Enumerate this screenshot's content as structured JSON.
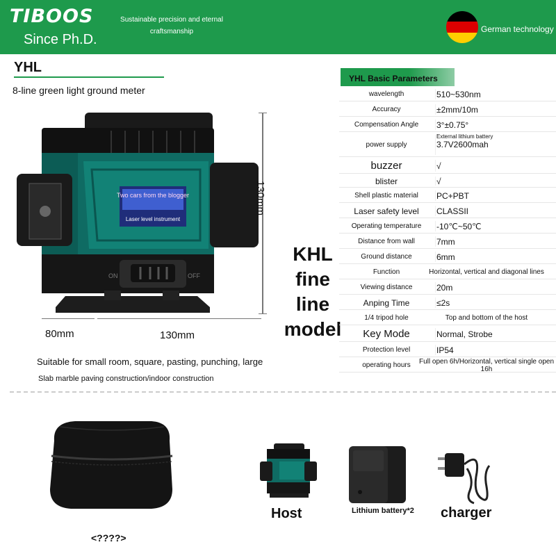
{
  "header": {
    "logo": "TIBOOS",
    "since": "Since Ph.D.",
    "slogan": "Sustainable precision and eternal craftsmanship",
    "german": "German technology",
    "colors": {
      "band": "#1e9a4c",
      "flag_black": "#000000",
      "flag_red": "#dd0000",
      "flag_gold": "#ffce00"
    }
  },
  "product": {
    "brand_line": "YHL",
    "subtitle": "8-line green light ground meter",
    "device_label_1": "Two cars from the blogger",
    "device_label_2": "Laser level instrument",
    "switch_on": "ON",
    "switch_off": "OFF",
    "dims": {
      "height": "130mm",
      "depth": "80mm",
      "width": "130mm"
    },
    "suit_1": "Suitable for small room, square, pasting, punching, large",
    "suit_2": "Slab marble paving construction/indoor construction",
    "model": "KHL fine line model"
  },
  "params": {
    "title": "YHL Basic Parameters",
    "rows": [
      {
        "k": "wavelength",
        "v": "510~530nm"
      },
      {
        "k": "Accuracy",
        "v": "±2mm/10m"
      },
      {
        "k": "Compensation Angle",
        "v": "3°±0.75°"
      },
      {
        "k": "power supply",
        "v": "3.7V2600mah",
        "note": "External lithium battery"
      },
      {
        "k": "buzzer",
        "v": "√"
      },
      {
        "k": "blister",
        "v": "√"
      },
      {
        "k": "Shell plastic material",
        "v": "PC+PBT"
      },
      {
        "k": "Laser safety level",
        "v": "CLASSII"
      },
      {
        "k": "Operating temperature",
        "v": "-10℃~50℃"
      },
      {
        "k": "Distance from wall",
        "v": "7mm"
      },
      {
        "k": "Ground distance",
        "v": "6mm"
      },
      {
        "k": "Function",
        "v": "Horizontal, vertical and diagonal lines"
      },
      {
        "k": "Viewing distance",
        "v": "20m"
      },
      {
        "k": "Anping Time",
        "v": "≤2s"
      },
      {
        "k": "1/4 tripod hole",
        "v": "Top and bottom of the host"
      },
      {
        "k": "Key Mode",
        "v": "Normal, Strobe"
      },
      {
        "k": "Protection level",
        "v": "IP54"
      },
      {
        "k": "operating hours",
        "v": "Full open 6h/Horizontal, vertical single open 16h"
      }
    ]
  },
  "accessories": {
    "host": "Host",
    "battery": "Lithium battery*2",
    "charger": "charger",
    "bag": "<????>"
  }
}
